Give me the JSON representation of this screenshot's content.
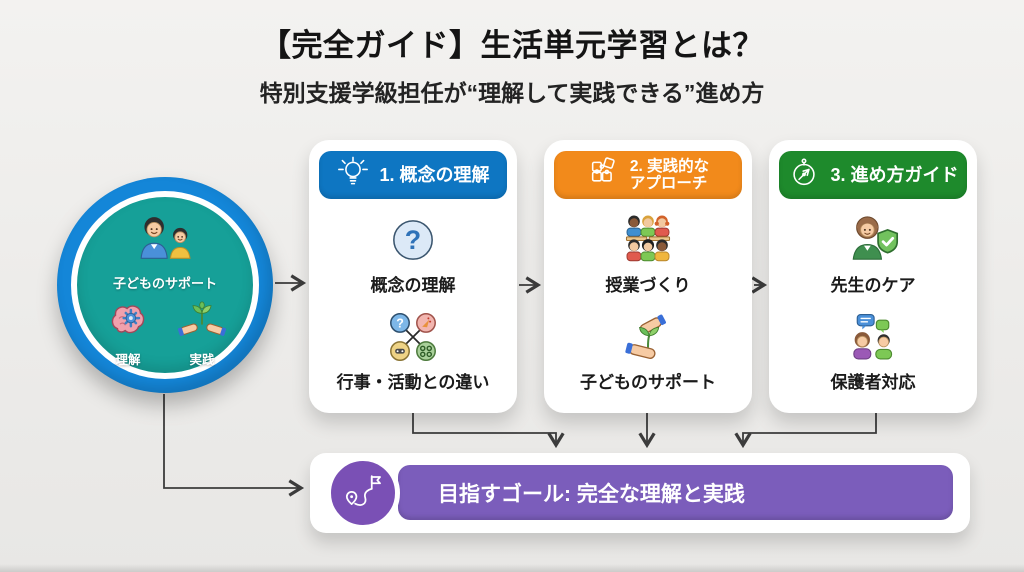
{
  "header": {
    "title": "【完全ガイド】生活単元学習とは？",
    "subtitle": "特別支援学級担任が“理解して実践できる”進め方"
  },
  "hub": {
    "icon": "adult-child-icon",
    "label": "子どものサポート",
    "items": [
      {
        "icon": "brain-gear-icon",
        "label": "理解"
      },
      {
        "icon": "hands-sprout-icon",
        "label": "実践"
      }
    ]
  },
  "cards": [
    {
      "accent_color": "#0e76c2",
      "header_icon": "lightbulb-icon",
      "header_lines": [
        "1. 概念の理解"
      ],
      "items": [
        {
          "icon": "question-circle-icon",
          "label": "概念の理解"
        },
        {
          "icon": "comparison-circles-icon",
          "label": "行事・活動との違い"
        }
      ]
    },
    {
      "accent_color": "#f28a1b",
      "header_icon": "puzzle-icon",
      "header_lines": [
        "2. 実践的な",
        "アプローチ"
      ],
      "items": [
        {
          "icon": "classroom-group-icon",
          "label": "授業づくり"
        },
        {
          "icon": "hand-sprout-icon",
          "label": "子どものサポート"
        }
      ]
    },
    {
      "accent_color": "#1e8a2c",
      "header_icon": "compass-icon",
      "header_lines": [
        "3. 進め方ガイド"
      ],
      "items": [
        {
          "icon": "teacher-shield-icon",
          "label": "先生のケア"
        },
        {
          "icon": "parents-chat-icon",
          "label": "保護者対応"
        }
      ]
    }
  ],
  "goal": {
    "icon": "route-flag-icon",
    "label": "目指すゴール: 完全な理解と実践"
  },
  "colors": {
    "background": "#edecea",
    "card1_accent": "#0e76c2",
    "card2_accent": "#f28a1b",
    "card3_accent": "#1e8a2c",
    "goal_purple": "#7b5dbb",
    "goal_circle_purple": "#7a50b5",
    "hub_teal": "#16a098",
    "hub_ring_blue": "#1486d8",
    "arrow": "#3c3c3c",
    "card_bg": "#ffffff"
  }
}
